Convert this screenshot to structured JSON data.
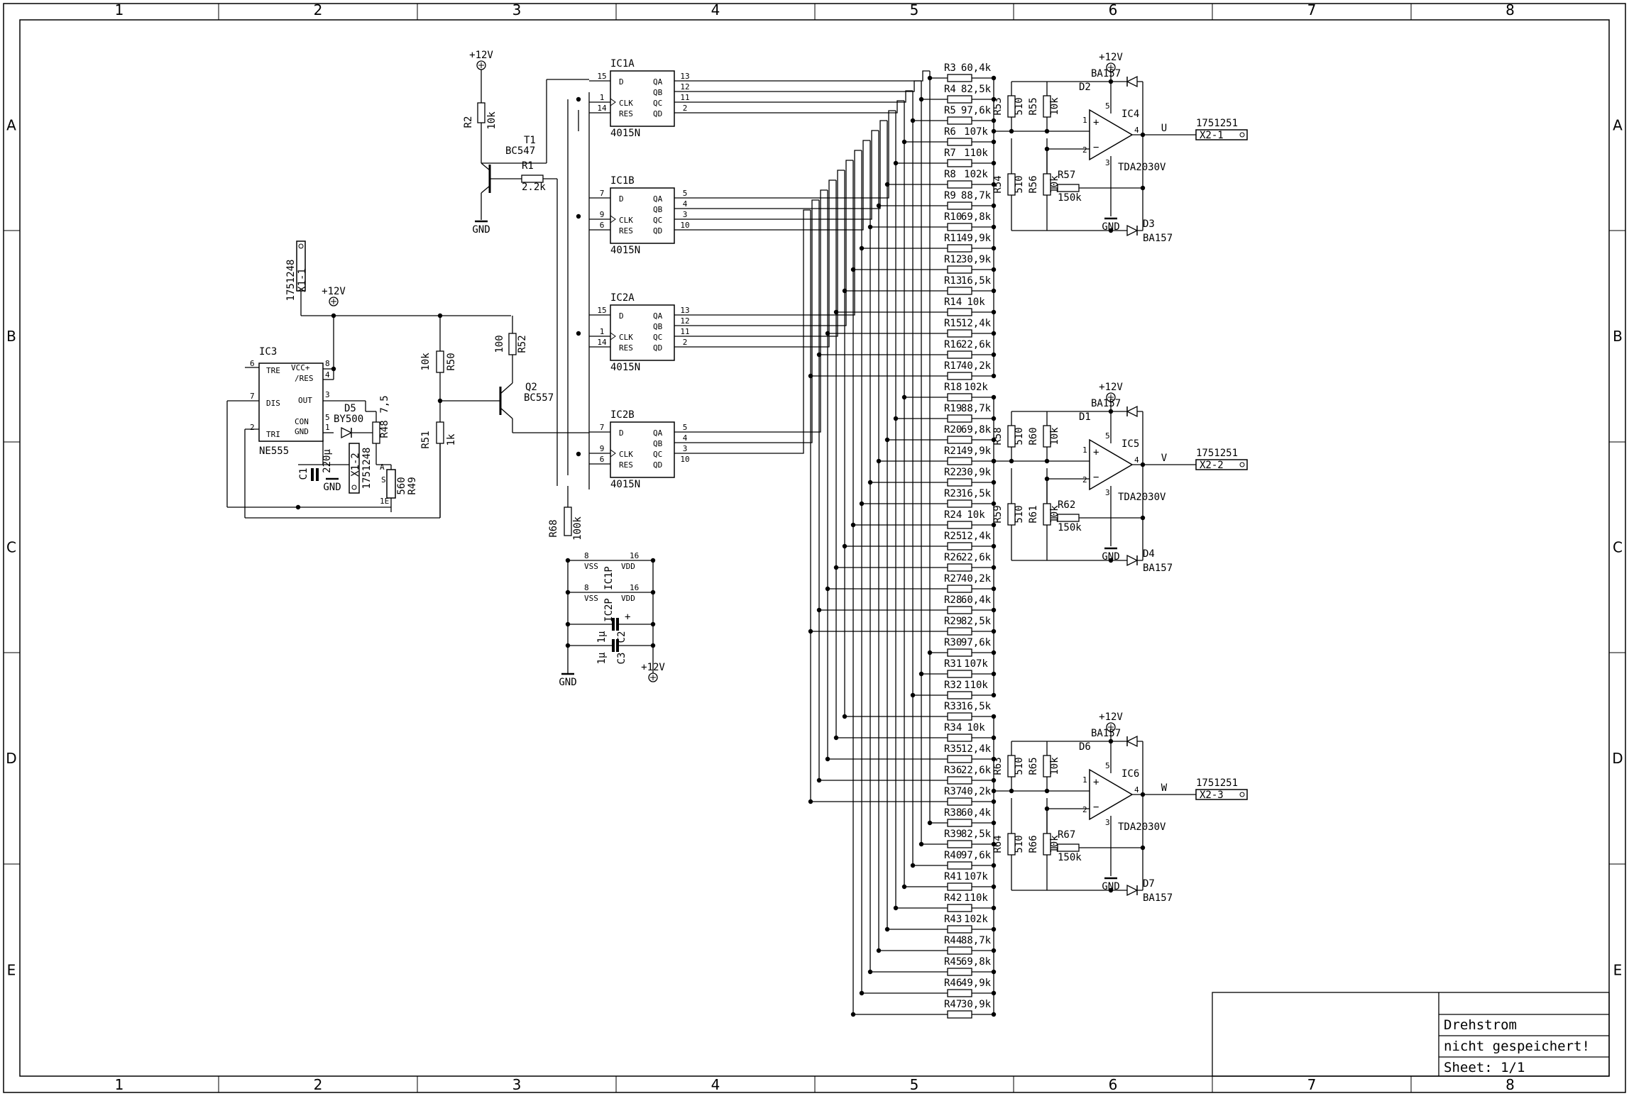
{
  "sheet": {
    "columns": [
      "1",
      "2",
      "3",
      "4",
      "5",
      "6",
      "7",
      "8"
    ],
    "rows": [
      "A",
      "B",
      "C",
      "D",
      "E"
    ]
  },
  "title_block": {
    "title": "Drehstrom",
    "status": "nicht gespeichert!",
    "sheet": "Sheet: 1/1"
  },
  "supply": {
    "vcc": "+12V",
    "gnd": "GND"
  },
  "timer": {
    "ref": "IC3",
    "part": "NE555",
    "pins": [
      "TRE",
      "VCC+",
      "/RES",
      "DIS",
      "OUT",
      "CON",
      "TRI",
      "GND"
    ],
    "pin_numbers": [
      "6",
      "8",
      "4",
      "7",
      "3",
      "5",
      "2",
      "1"
    ]
  },
  "parts_left": {
    "x1_1": "X1-1",
    "x1_1_part": "1751248",
    "x1_2": "X1-2",
    "x1_2_part": "1751248",
    "c1": "C1",
    "c1_val": "220µ",
    "d5": "D5",
    "d5_part": "BY500",
    "r48": "R48",
    "r48_val": "7,5",
    "r49": "R49",
    "r49_val": "560",
    "r49_a": "A",
    "r49_e": "1E",
    "r49_s": "S",
    "r50": "R50",
    "r50_val": "10k",
    "r51": "R51",
    "r51_val": "1k",
    "q2": "Q2",
    "q2_part": "BC557",
    "r52": "R52",
    "r52_val": "100"
  },
  "parts_top": {
    "r2": "R2",
    "r2_val": "10k",
    "t1": "T1",
    "t1_part": "BC547",
    "r1": "R1",
    "r1_val": "2.2k",
    "r68": "R68",
    "r68_val": "100k"
  },
  "shift_registers": [
    {
      "ref": "IC1A",
      "part": "4015N",
      "inputs": [
        "D",
        "CLK",
        "RES"
      ],
      "in_pins": [
        "15",
        "1",
        "14"
      ],
      "outputs": [
        "QA",
        "QB",
        "QC",
        "QD"
      ],
      "out_pins": [
        "13",
        "12",
        "11",
        "2"
      ]
    },
    {
      "ref": "IC1B",
      "part": "4015N",
      "inputs": [
        "D",
        "CLK",
        "RES"
      ],
      "in_pins": [
        "7",
        "9",
        "6"
      ],
      "outputs": [
        "QA",
        "QB",
        "QC",
        "QD"
      ],
      "out_pins": [
        "5",
        "4",
        "3",
        "10"
      ]
    },
    {
      "ref": "IC2A",
      "part": "4015N",
      "inputs": [
        "D",
        "CLK",
        "RES"
      ],
      "in_pins": [
        "15",
        "1",
        "14"
      ],
      "outputs": [
        "QA",
        "QB",
        "QC",
        "QD"
      ],
      "out_pins": [
        "13",
        "12",
        "11",
        "2"
      ]
    },
    {
      "ref": "IC2B",
      "part": "4015N",
      "inputs": [
        "D",
        "CLK",
        "RES"
      ],
      "in_pins": [
        "7",
        "9",
        "6"
      ],
      "outputs": [
        "QA",
        "QB",
        "QC",
        "QD"
      ],
      "out_pins": [
        "5",
        "4",
        "3",
        "10"
      ]
    }
  ],
  "power_pins": [
    {
      "ref": "IC1P",
      "vss": "VSS",
      "vdd": "VDD",
      "p_vss": "8",
      "p_vdd": "16"
    },
    {
      "ref": "IC2P",
      "vss": "VSS",
      "vdd": "VDD",
      "p_vss": "8",
      "p_vdd": "16"
    }
  ],
  "decoupling": {
    "c2": "C2",
    "c2_val": "1µ",
    "c3": "C3",
    "c3_val": "1µ",
    "plus": "+"
  },
  "ladder_resistors": [
    {
      "ref": "R3",
      "val": "60,4k"
    },
    {
      "ref": "R4",
      "val": "82,5k"
    },
    {
      "ref": "R5",
      "val": "97,6k"
    },
    {
      "ref": "R6",
      "val": "107k"
    },
    {
      "ref": "R7",
      "val": "110k"
    },
    {
      "ref": "R8",
      "val": "102k"
    },
    {
      "ref": "R9",
      "val": "88,7k"
    },
    {
      "ref": "R10",
      "val": "69,8k"
    },
    {
      "ref": "R11",
      "val": "49,9k"
    },
    {
      "ref": "R12",
      "val": "30,9k"
    },
    {
      "ref": "R13",
      "val": "16,5k"
    },
    {
      "ref": "R14",
      "val": "10k"
    },
    {
      "ref": "R15",
      "val": "12,4k"
    },
    {
      "ref": "R16",
      "val": "22,6k"
    },
    {
      "ref": "R17",
      "val": "40,2k"
    },
    {
      "ref": "R18",
      "val": "102k"
    },
    {
      "ref": "R19",
      "val": "88,7k"
    },
    {
      "ref": "R20",
      "val": "69,8k"
    },
    {
      "ref": "R21",
      "val": "49,9k"
    },
    {
      "ref": "R22",
      "val": "30,9k"
    },
    {
      "ref": "R23",
      "val": "16,5k"
    },
    {
      "ref": "R24",
      "val": "10k"
    },
    {
      "ref": "R25",
      "val": "12,4k"
    },
    {
      "ref": "R26",
      "val": "22,6k"
    },
    {
      "ref": "R27",
      "val": "40,2k"
    },
    {
      "ref": "R28",
      "val": "60,4k"
    },
    {
      "ref": "R29",
      "val": "82,5k"
    },
    {
      "ref": "R30",
      "val": "97,6k"
    },
    {
      "ref": "R31",
      "val": "107k"
    },
    {
      "ref": "R32",
      "val": "110k"
    },
    {
      "ref": "R33",
      "val": "16,5k"
    },
    {
      "ref": "R34",
      "val": "10k"
    },
    {
      "ref": "R35",
      "val": "12,4k"
    },
    {
      "ref": "R36",
      "val": "22,6k"
    },
    {
      "ref": "R37",
      "val": "40,2k"
    },
    {
      "ref": "R38",
      "val": "60,4k"
    },
    {
      "ref": "R39",
      "val": "82,5k"
    },
    {
      "ref": "R40",
      "val": "97,6k"
    },
    {
      "ref": "R41",
      "val": "107k"
    },
    {
      "ref": "R42",
      "val": "110k"
    },
    {
      "ref": "R43",
      "val": "102k"
    },
    {
      "ref": "R44",
      "val": "88,7k"
    },
    {
      "ref": "R45",
      "val": "69,8k"
    },
    {
      "ref": "R46",
      "val": "49,9k"
    },
    {
      "ref": "R47",
      "val": "30,9k"
    }
  ],
  "amplifiers": [
    {
      "ref": "IC4",
      "part": "TDA2030V",
      "phase": "U",
      "out_conn": "X2-1",
      "conn_part": "1751251",
      "d_top": "D2",
      "d_bot": "D3",
      "diode": "BA157",
      "r_a": "R53",
      "r_b": "R55",
      "r_c": "R54",
      "r_d": "R56",
      "r_fb": "R57",
      "fb_val": "150k"
    },
    {
      "ref": "IC5",
      "part": "TDA2030V",
      "phase": "V",
      "out_conn": "X2-2",
      "conn_part": "1751251",
      "d_top": "D1",
      "d_bot": "D4",
      "diode": "BA157",
      "r_a": "R58",
      "r_b": "R60",
      "r_c": "R59",
      "r_d": "R61",
      "r_fb": "R62",
      "fb_val": "150k"
    },
    {
      "ref": "IC6",
      "part": "TDA2030V",
      "phase": "W",
      "out_conn": "X2-3",
      "conn_part": "1751251",
      "d_top": "D6",
      "d_bot": "D7",
      "diode": "BA157",
      "r_a": "R63",
      "r_b": "R65",
      "r_c": "R64",
      "r_d": "R66",
      "r_fb": "R67",
      "fb_val": "150k"
    }
  ],
  "amp_values": {
    "r510": "510",
    "r10k": "10k"
  },
  "opamp_pins": {
    "plus": "+",
    "minus": "−",
    "p1": "1",
    "p2": "2",
    "p3": "3",
    "p4": "4",
    "p5": "5"
  }
}
